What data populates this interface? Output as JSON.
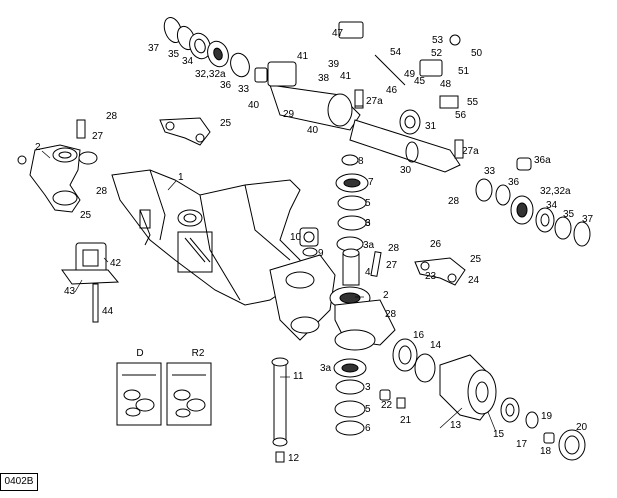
{
  "reference_code": "0402B",
  "kit_labels": {
    "kit_d": "D",
    "kit_r2": "R2"
  },
  "callouts": {
    "c1": "1",
    "c2a": "2",
    "c2b": "2",
    "c3a": "3",
    "c3b": "3",
    "c3c": "3a",
    "c3d": "3a",
    "c4": "4",
    "c5a": "5",
    "c5b": "5",
    "c6a": "6",
    "c6b": "6",
    "c7": "7",
    "c8": "8",
    "c9": "9",
    "c10": "10",
    "c11": "11",
    "c12": "12",
    "c13": "13",
    "c14": "14",
    "c15": "15",
    "c16": "16",
    "c17": "17",
    "c18": "18",
    "c19": "19",
    "c20": "20",
    "c21": "21",
    "c22": "22",
    "c23": "23",
    "c24": "24",
    "c25a": "25",
    "c25b": "25",
    "c25c": "25",
    "c26": "26",
    "c27a": "27",
    "c27b": "27",
    "c27c": "27a",
    "c27d": "27a",
    "c28a": "28",
    "c28b": "28",
    "c28c": "28",
    "c28d": "28",
    "c28e": "28",
    "c29": "29",
    "c30": "30",
    "c31": "31",
    "c32a": "32,32a",
    "c32b": "32,32a",
    "c33a": "33",
    "c33b": "33",
    "c34a": "34",
    "c34b": "34",
    "c35a": "35",
    "c35b": "35",
    "c36a": "36",
    "c36b": "36",
    "c36c": "36a",
    "c37a": "37",
    "c37b": "37",
    "c38": "38",
    "c39": "39",
    "c40a": "40",
    "c40b": "40",
    "c41a": "41",
    "c41b": "41",
    "c42": "42",
    "c43": "43",
    "c44": "44",
    "c45": "45",
    "c46": "46",
    "c47": "47",
    "c48": "48",
    "c49": "49",
    "c50": "50",
    "c51": "51",
    "c52": "52",
    "c53": "53",
    "c54": "54",
    "c55": "55",
    "c56": "56"
  }
}
